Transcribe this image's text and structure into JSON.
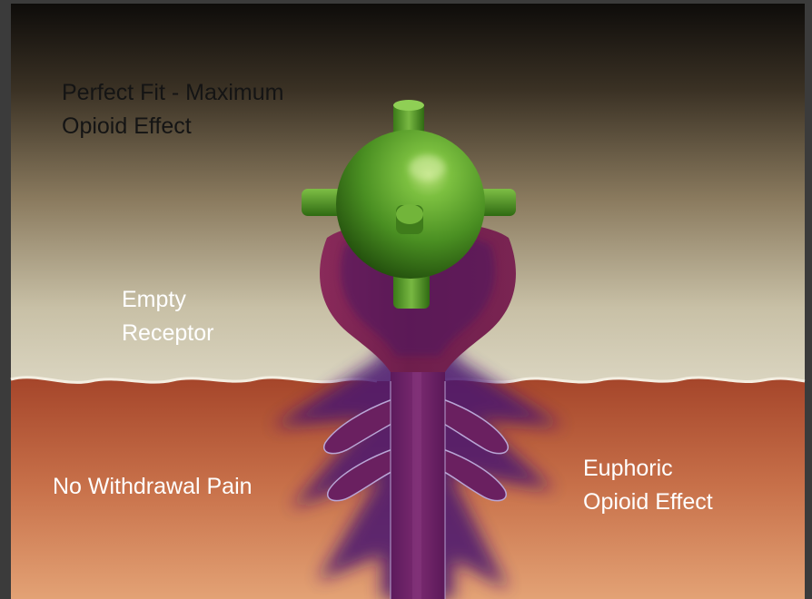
{
  "labels": {
    "perfect_fit": [
      "Perfect Fit - Maximum",
      "Opioid Effect"
    ],
    "empty_receptor": [
      "Empty",
      "Receptor"
    ],
    "no_withdrawal": "No Withdrawal Pain",
    "euphoric": [
      "Euphoric",
      "Opioid Effect"
    ]
  },
  "colors": {
    "frame": "#3b3b3b",
    "sky_top": "#0e0c0a",
    "sky_mid": "#8a7a5e",
    "sky_bottom": "#d8d2bd",
    "tissue_top": "#a8492c",
    "tissue_bottom": "#e09a6e",
    "receptor": "#7a2452",
    "receptor_shadow": "#4a1870",
    "opioid_molecule": "#4f9a2a"
  }
}
